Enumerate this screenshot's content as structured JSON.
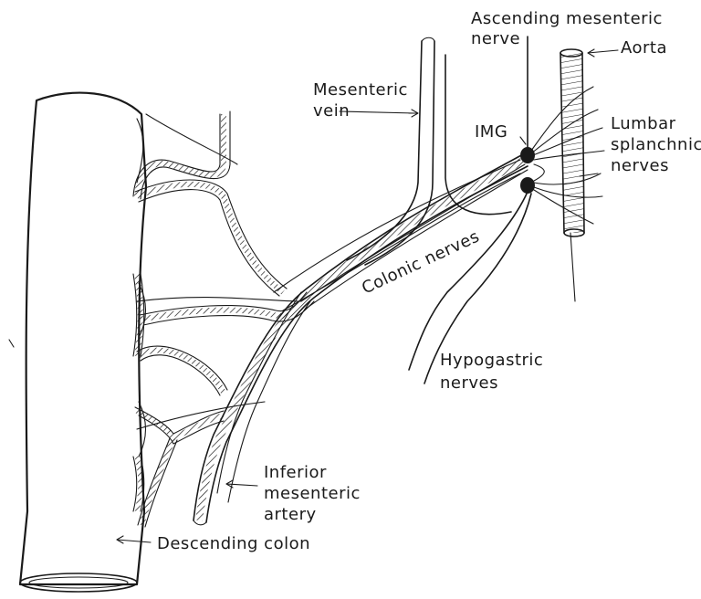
{
  "labels": {
    "ascending_line1": "Ascending mesenteric",
    "ascending_line2": "nerve",
    "aorta": "Aorta",
    "mesenteric_vein_line1": "Mesenteric",
    "mesenteric_vein_line2": "vein",
    "img": "IMG",
    "lumbar_line1": "Lumbar",
    "lumbar_line2": "splanchnic",
    "lumbar_line3": "nerves",
    "colonic": "Colonic nerves",
    "hypogastric_line1": "Hypogastric",
    "hypogastric_line2": "nerves",
    "ima_line1": "Inferior",
    "ima_line2": "mesenteric",
    "ima_line3": "artery",
    "descending_colon": "Descending colon"
  }
}
